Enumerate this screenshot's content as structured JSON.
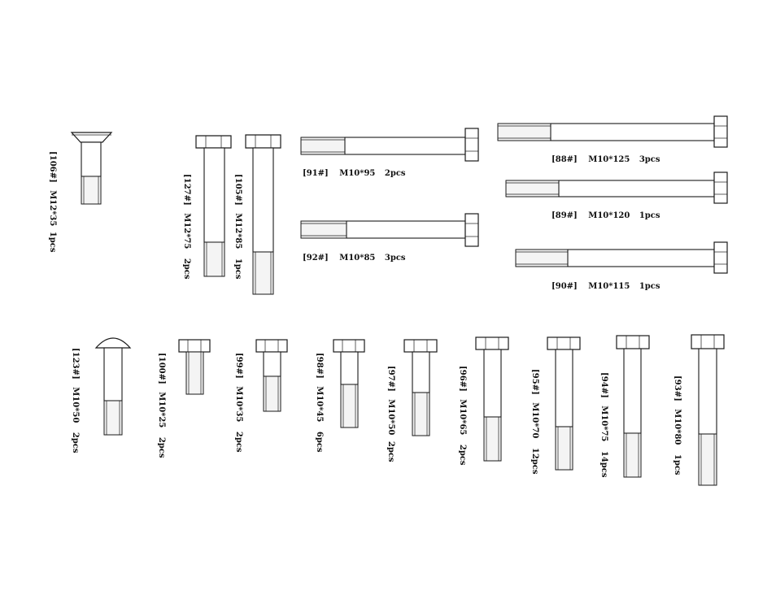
{
  "parts": [
    {
      "id": "106",
      "code": "[106#]",
      "size": "M12*35",
      "qty": "1pcs",
      "head": "countersunk"
    },
    {
      "id": "127",
      "code": "[127#]",
      "size": "M12*75",
      "qty": "2pcs",
      "head": "hex"
    },
    {
      "id": "105",
      "code": "[105#]",
      "size": "M12*85",
      "qty": "1pcs",
      "head": "hex"
    },
    {
      "id": "91",
      "code": "[91#]",
      "size": "M10*95",
      "qty": "2pcs",
      "head": "hex"
    },
    {
      "id": "92",
      "code": "[92#]",
      "size": "M10*85",
      "qty": "3pcs",
      "head": "hex"
    },
    {
      "id": "88",
      "code": "[88#]",
      "size": "M10*125",
      "qty": "3pcs",
      "head": "hex"
    },
    {
      "id": "89",
      "code": "[89#]",
      "size": "M10*120",
      "qty": "1pcs",
      "head": "hex"
    },
    {
      "id": "90",
      "code": "[90#]",
      "size": "M10*115",
      "qty": "1pcs",
      "head": "hex"
    },
    {
      "id": "123",
      "code": "[123#]",
      "size": "M10*50",
      "qty": "2pcs",
      "head": "round"
    },
    {
      "id": "100",
      "code": "[100#]",
      "size": "M10*25",
      "qty": "2pcs",
      "head": "hex"
    },
    {
      "id": "99",
      "code": "[99#]",
      "size": "M10*35",
      "qty": "2pcs",
      "head": "hex"
    },
    {
      "id": "98",
      "code": "[98#]",
      "size": "M10*45",
      "qty": "6pcs",
      "head": "hex"
    },
    {
      "id": "97",
      "code": "[97#]",
      "size": "M10*50",
      "qty": "2pcs",
      "head": "hex"
    },
    {
      "id": "96",
      "code": "[96#]",
      "size": "M10*65",
      "qty": "2pcs",
      "head": "hex"
    },
    {
      "id": "95",
      "code": "[95#]",
      "size": "M10*70",
      "qty": "12pcs",
      "head": "hex"
    },
    {
      "id": "94",
      "code": "[94#]",
      "size": "M10*75",
      "qty": "14pcs",
      "head": "hex"
    },
    {
      "id": "93",
      "code": "[93#]",
      "size": "M10*80",
      "qty": "1pcs",
      "head": "hex"
    }
  ]
}
